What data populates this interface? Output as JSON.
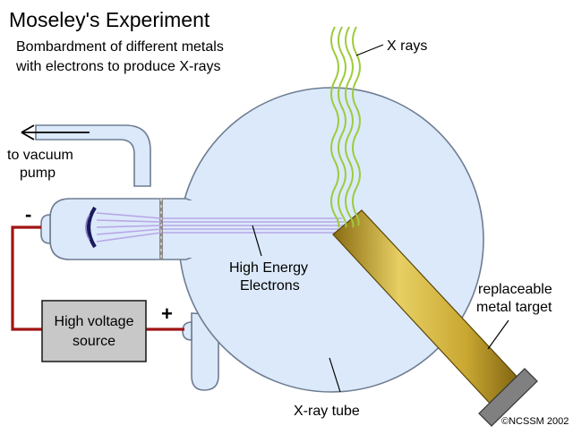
{
  "title": "Moseley's Experiment",
  "subtitle_line1": "Bombardment of different metals",
  "subtitle_line2": "with electrons to produce X-rays",
  "labels": {
    "x_rays": "X rays",
    "vacuum_line1": "to vacuum",
    "vacuum_line2": "pump",
    "high_energy_line1": "High Energy",
    "high_energy_line2": "Electrons",
    "target_line1": "replaceable",
    "target_line2": "metal target",
    "voltage_line1": "High voltage",
    "voltage_line2": "source",
    "tube": "X-ray tube",
    "minus": "-",
    "plus": "+",
    "copyright": "©NCSSM 2002"
  },
  "colors": {
    "glass": "#dbe9fa",
    "glass_outline": "#6e7d92",
    "wire": "#a01515",
    "xray": "#9ccc3c",
    "beam": "#b8a7e6",
    "target": "#c9a832",
    "source_box": "#c8c8c8"
  },
  "icons": [
    "arrow-left-icon",
    "cathode-icon",
    "wave-icon"
  ]
}
